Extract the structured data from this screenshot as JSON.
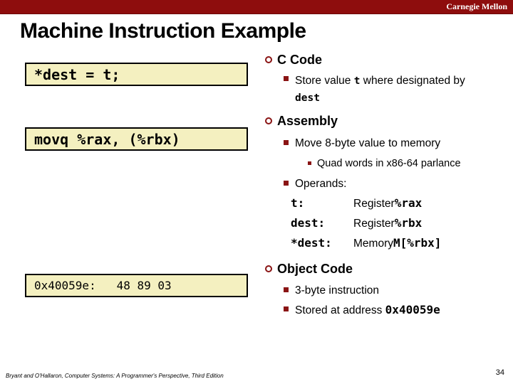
{
  "banner": {
    "brand": "Carnegie Mellon"
  },
  "title": "Machine Instruction Example",
  "colors": {
    "banner_red": "#8E0D0D",
    "bullet_maroon": "#8A1414",
    "code_box_yellow": "#F4F0C0"
  },
  "code_boxes": {
    "c": "*dest = t;",
    "assembly": "movq %rax, (%rbx)",
    "object": "0x40059e:   48 89 03"
  },
  "sections": {
    "c": {
      "heading": "C Code",
      "store_pre": "Store value ",
      "store_t": "t",
      "store_mid": " where designated by",
      "store_dest": "dest"
    },
    "assembly": {
      "heading": "Assembly",
      "move": "Move 8-byte value to memory",
      "quad": "Quad words in x86-64 parlance",
      "operands": "Operands:",
      "rows": [
        {
          "label": "t:",
          "kind": "Register ",
          "code": "%rax"
        },
        {
          "label": "dest:",
          "kind": "Register ",
          "code": "%rbx"
        },
        {
          "label": "*dest:",
          "kind": "Memory ",
          "code": "M[%rbx]"
        }
      ]
    },
    "object": {
      "heading": "Object Code",
      "bullet1": "3-byte instruction",
      "bullet2_pre": "Stored at address ",
      "bullet2_code": "0x40059e"
    }
  },
  "footer": {
    "citation": "Bryant and O'Hallaron, Computer Systems: A Programmer's Perspective, Third Edition",
    "page_number": "34"
  }
}
